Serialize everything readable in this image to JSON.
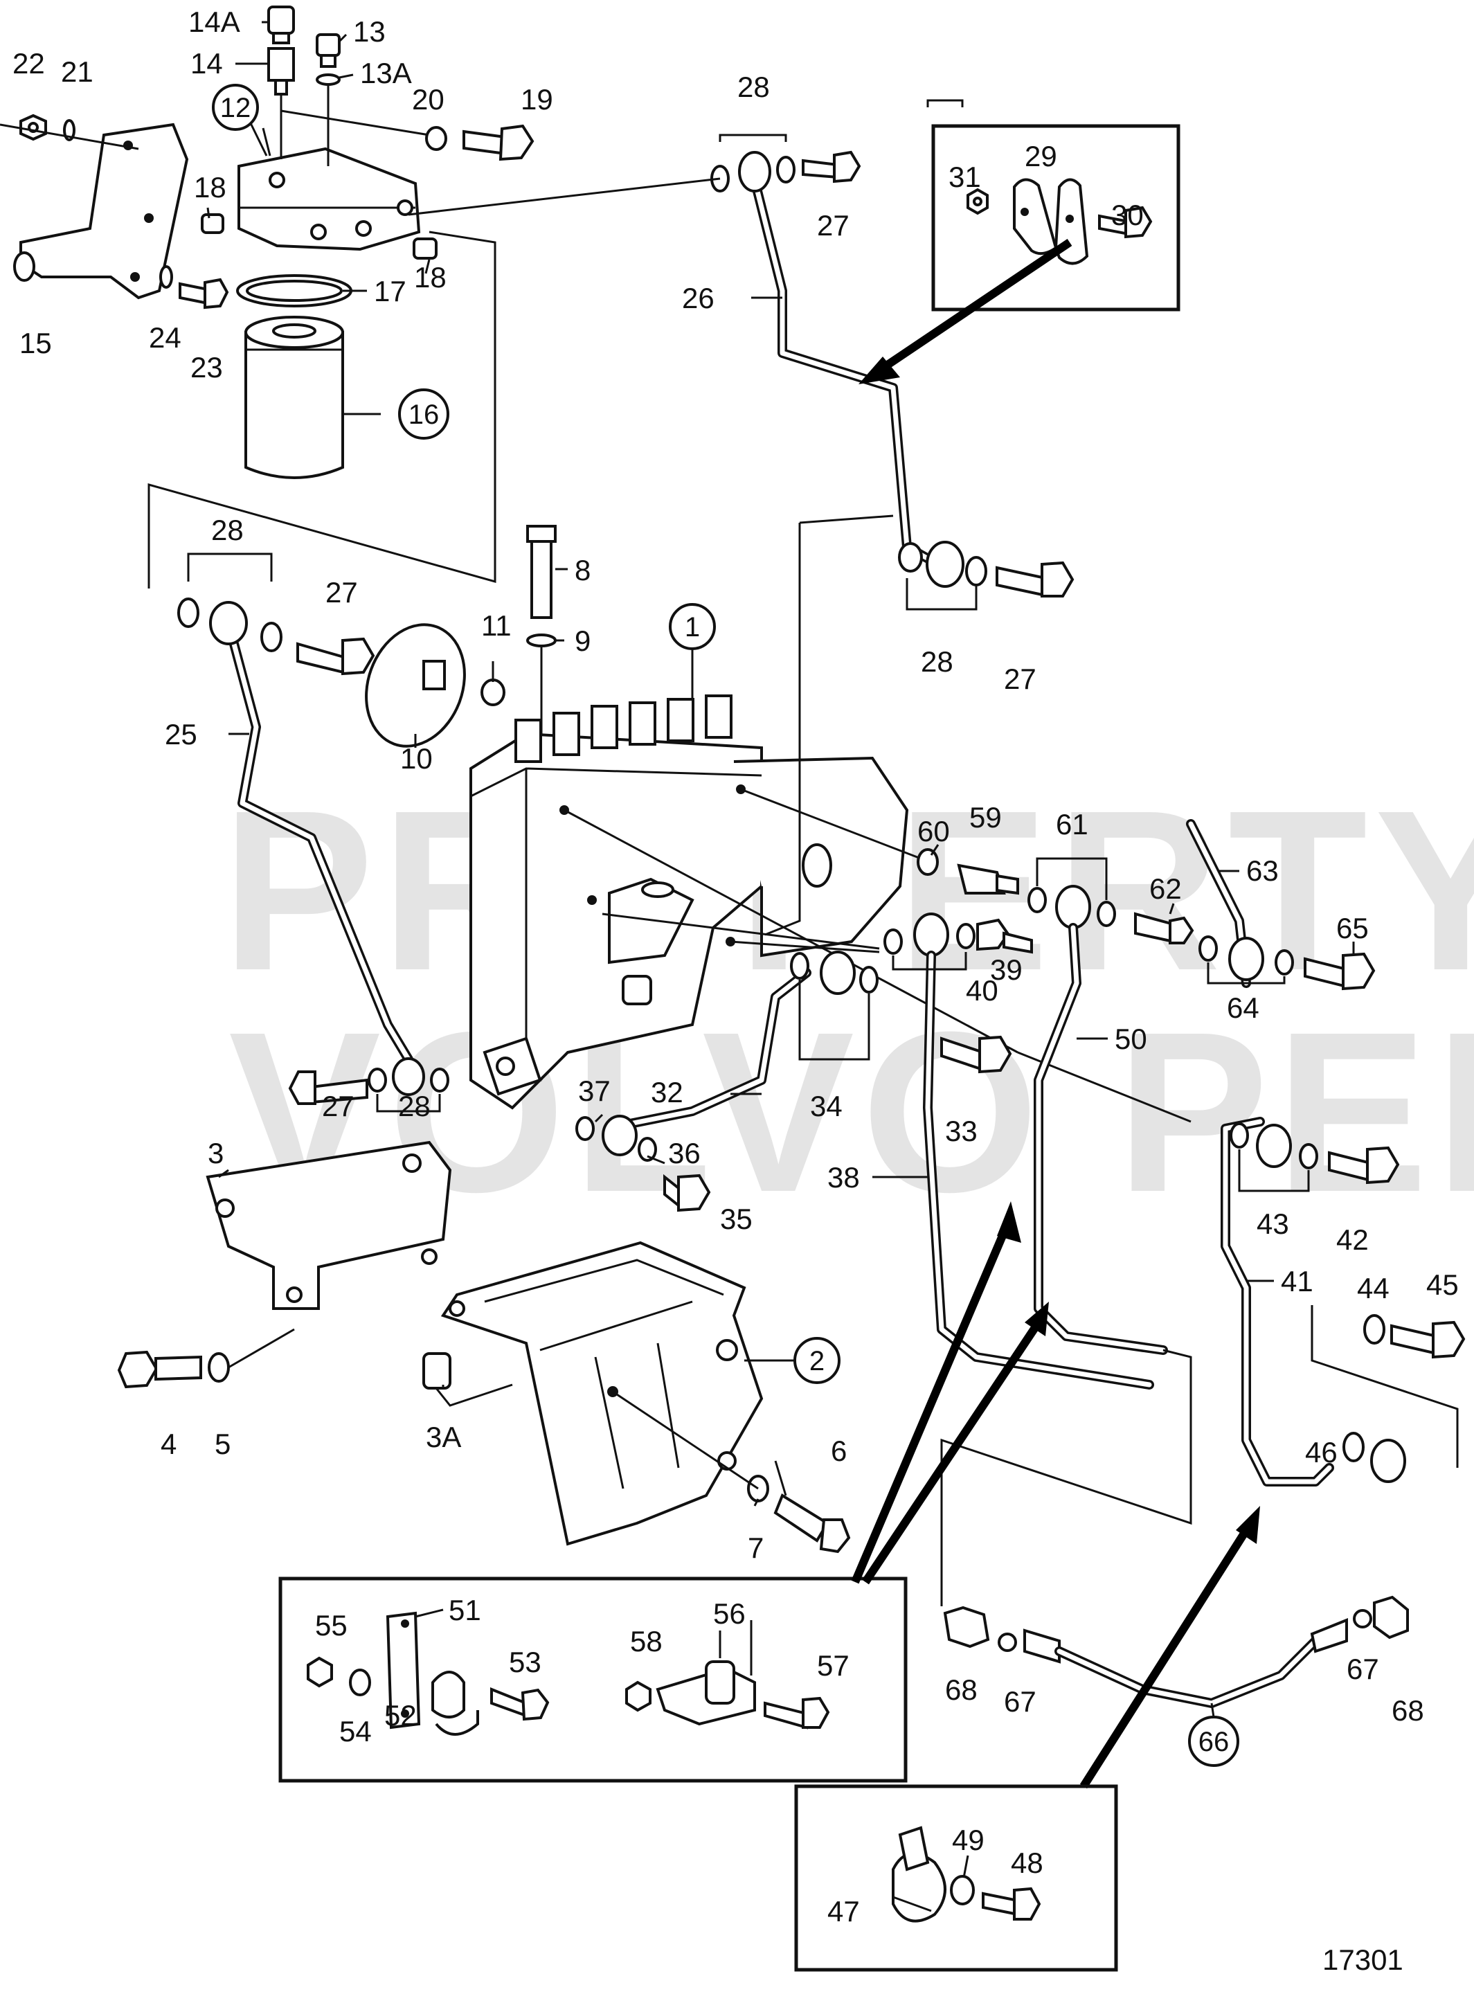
{
  "diagram_number": "17301",
  "watermark": [
    "PROPERTY OF",
    "VOLVO PENTA"
  ],
  "circled_labels": [
    {
      "id": "c1",
      "text": "1"
    },
    {
      "id": "c2",
      "text": "2"
    },
    {
      "id": "c12",
      "text": "12"
    },
    {
      "id": "c16",
      "text": "16"
    },
    {
      "id": "c66",
      "text": "66"
    }
  ],
  "labels": [
    {
      "id": "l14A",
      "text": "14A"
    },
    {
      "id": "l13",
      "text": "13"
    },
    {
      "id": "l14",
      "text": "14"
    },
    {
      "id": "l13A",
      "text": "13A"
    },
    {
      "id": "l22",
      "text": "22"
    },
    {
      "id": "l21",
      "text": "21"
    },
    {
      "id": "l20",
      "text": "20"
    },
    {
      "id": "l19",
      "text": "19"
    },
    {
      "id": "l18a",
      "text": "18"
    },
    {
      "id": "l18b",
      "text": "18"
    },
    {
      "id": "l17",
      "text": "17"
    },
    {
      "id": "l15",
      "text": "15"
    },
    {
      "id": "l24",
      "text": "24"
    },
    {
      "id": "l23",
      "text": "23"
    },
    {
      "id": "l28a",
      "text": "28"
    },
    {
      "id": "l27a",
      "text": "27"
    },
    {
      "id": "l26",
      "text": "26"
    },
    {
      "id": "l31",
      "text": "31"
    },
    {
      "id": "l29",
      "text": "29"
    },
    {
      "id": "l30",
      "text": "30"
    },
    {
      "id": "l28b",
      "text": "28"
    },
    {
      "id": "l27b",
      "text": "27"
    },
    {
      "id": "l8",
      "text": "8"
    },
    {
      "id": "l9",
      "text": "9"
    },
    {
      "id": "l11",
      "text": "11"
    },
    {
      "id": "l10",
      "text": "10"
    },
    {
      "id": "l28c",
      "text": "28"
    },
    {
      "id": "l27c",
      "text": "27"
    },
    {
      "id": "l25",
      "text": "25"
    },
    {
      "id": "l60",
      "text": "60"
    },
    {
      "id": "l59",
      "text": "59"
    },
    {
      "id": "l61",
      "text": "61"
    },
    {
      "id": "l63",
      "text": "63"
    },
    {
      "id": "l62",
      "text": "62"
    },
    {
      "id": "l65",
      "text": "65"
    },
    {
      "id": "l39",
      "text": "39"
    },
    {
      "id": "l40",
      "text": "40"
    },
    {
      "id": "l64",
      "text": "64"
    },
    {
      "id": "l50",
      "text": "50"
    },
    {
      "id": "l27d",
      "text": "27"
    },
    {
      "id": "l28d",
      "text": "28"
    },
    {
      "id": "l32",
      "text": "32"
    },
    {
      "id": "l34",
      "text": "34"
    },
    {
      "id": "l33",
      "text": "33"
    },
    {
      "id": "l37",
      "text": "37"
    },
    {
      "id": "l36",
      "text": "36"
    },
    {
      "id": "l35",
      "text": "35"
    },
    {
      "id": "l38",
      "text": "38"
    },
    {
      "id": "l43",
      "text": "43"
    },
    {
      "id": "l42",
      "text": "42"
    },
    {
      "id": "l41",
      "text": "41"
    },
    {
      "id": "l44",
      "text": "44"
    },
    {
      "id": "l45",
      "text": "45"
    },
    {
      "id": "l3",
      "text": "3"
    },
    {
      "id": "l3A",
      "text": "3A"
    },
    {
      "id": "l4",
      "text": "4"
    },
    {
      "id": "l5",
      "text": "5"
    },
    {
      "id": "l46",
      "text": "46"
    },
    {
      "id": "l6",
      "text": "6"
    },
    {
      "id": "l7",
      "text": "7"
    },
    {
      "id": "l55",
      "text": "55"
    },
    {
      "id": "l51",
      "text": "51"
    },
    {
      "id": "l53",
      "text": "53"
    },
    {
      "id": "l54",
      "text": "54"
    },
    {
      "id": "l52",
      "text": "52"
    },
    {
      "id": "l58",
      "text": "58"
    },
    {
      "id": "l56",
      "text": "56"
    },
    {
      "id": "l57",
      "text": "57"
    },
    {
      "id": "l68a",
      "text": "68"
    },
    {
      "id": "l67a",
      "text": "67"
    },
    {
      "id": "l67b",
      "text": "67"
    },
    {
      "id": "l68b",
      "text": "68"
    },
    {
      "id": "l49",
      "text": "49"
    },
    {
      "id": "l47",
      "text": "47"
    },
    {
      "id": "l48",
      "text": "48"
    }
  ]
}
